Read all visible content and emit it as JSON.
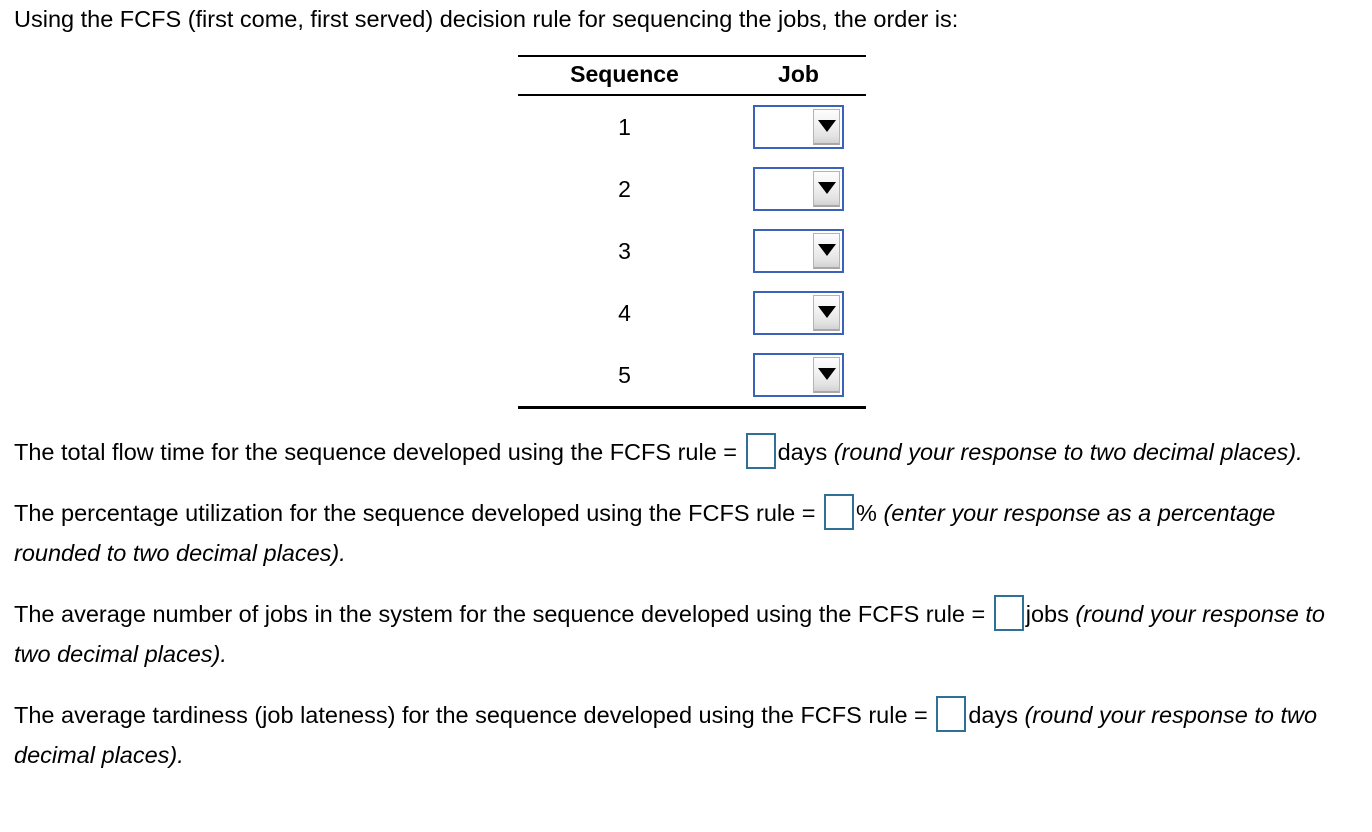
{
  "intro": {
    "text": "Using the FCFS (first come, first served) decision rule for sequencing the jobs, the order is:"
  },
  "table": {
    "headers": {
      "sequence": "Sequence",
      "job": "Job"
    },
    "rows": [
      {
        "sequence": "1",
        "job_value": ""
      },
      {
        "sequence": "2",
        "job_value": ""
      },
      {
        "sequence": "3",
        "job_value": ""
      },
      {
        "sequence": "4",
        "job_value": ""
      },
      {
        "sequence": "5",
        "job_value": ""
      }
    ]
  },
  "statements": [
    {
      "prefix": "The total flow time for the sequence developed using the FCFS rule =",
      "input_value": "",
      "unit": "days",
      "hint": "(round your response to two decimal places)."
    },
    {
      "prefix": "The percentage utilization for the sequence developed using the FCFS rule =",
      "input_value": "",
      "unit": "%",
      "hint": "(enter your response as a percentage rounded to two decimal places)."
    },
    {
      "prefix": "The average number of jobs in the system for the sequence developed using the FCFS rule =",
      "input_value": "",
      "unit": "jobs",
      "hint": "(round your response to two decimal places)."
    },
    {
      "prefix": "The average tardiness (job lateness) for the sequence developed using the FCFS rule =",
      "input_value": "",
      "unit": "days",
      "hint": "(round your response to two decimal places)."
    }
  ],
  "colors": {
    "dropdown_border": "#3b63bc",
    "answer_box_border": "#2e7096",
    "text": "#000000",
    "rule": "#000000"
  },
  "icons": {
    "dropdown_arrow": "caret-down-icon"
  }
}
